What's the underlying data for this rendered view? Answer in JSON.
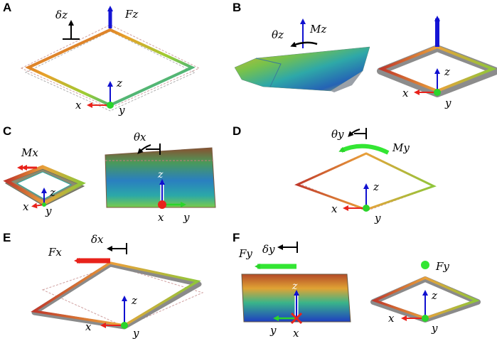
{
  "colors": {
    "x_axis": "#e8221b",
    "y_axis": "#2bd42b",
    "z_axis": "#1010d0",
    "force_z": "#1515d5",
    "force_x": "#e8221b",
    "force_y": "#33e633",
    "moment_y": "#33e633"
  },
  "panels": {
    "A": {
      "letter": "A",
      "delta": "δz",
      "force": "Fz",
      "x": "x",
      "y": "y",
      "z": "z"
    },
    "B": {
      "letter": "B",
      "moment": "Mz",
      "theta": "θz",
      "x": "x",
      "y": "y",
      "z": "z"
    },
    "C": {
      "letter": "C",
      "moment": "Mx",
      "theta": "θx",
      "x_small": "x",
      "y_small": "y",
      "z_small": "z",
      "x": "x",
      "y": "y",
      "z": "z"
    },
    "D": {
      "letter": "D",
      "theta": "θy",
      "moment": "My",
      "x": "x",
      "y": "y",
      "z": "z"
    },
    "E": {
      "letter": "E",
      "delta": "δx",
      "force": "Fx",
      "x": "x",
      "y": "y",
      "z": "z"
    },
    "F": {
      "letter": "F",
      "force": "Fy",
      "delta": "δy",
      "force_right": "Fy",
      "x_mid": "x",
      "y_mid": "y",
      "z_mid": "z",
      "x": "x",
      "y": "y",
      "z": "z"
    }
  }
}
